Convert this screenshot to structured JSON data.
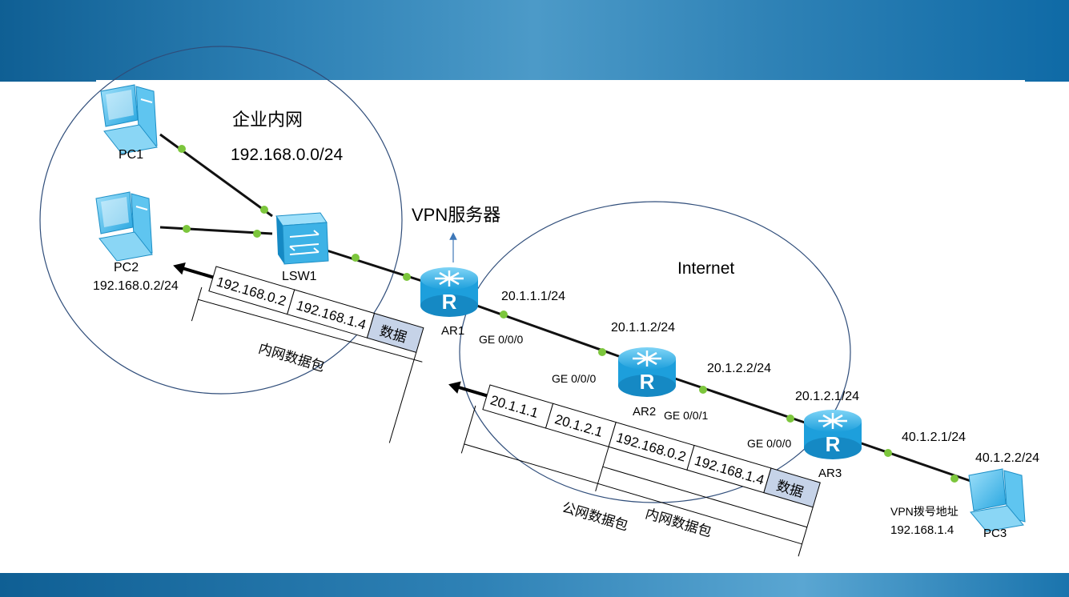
{
  "diagram": {
    "zones": {
      "intranet": {
        "title": "企业内网",
        "subnet": "192.168.0.0/24"
      },
      "internet": {
        "title": "Internet"
      }
    },
    "vpn_server_label": "VPN服务器",
    "devices": {
      "pc1": {
        "name": "PC1"
      },
      "pc2": {
        "name": "PC2",
        "ip": "192.168.0.2/24"
      },
      "lsw1": {
        "name": "LSW1"
      },
      "ar1": {
        "name": "AR1",
        "port": "GE 0/0/0",
        "ip": "20.1.1.1/24"
      },
      "ar2": {
        "name": "AR2",
        "port_in": "GE 0/0/0",
        "ip_in": "20.1.1.2/24",
        "port_out": "GE 0/0/1",
        "ip_out": "20.1.2.2/24"
      },
      "ar3": {
        "name": "AR3",
        "port_in": "GE 0/0/0",
        "ip_in": "20.1.2.1/24",
        "ip_out": "40.1.2.1/24"
      },
      "pc3": {
        "name": "PC3",
        "ip": "40.1.2.2/24",
        "vpn_label": "VPN拨号地址",
        "vpn_ip": "192.168.1.4"
      }
    },
    "inner_packet": {
      "cells": [
        "192.168.0.2",
        "192.168.1.4",
        "数据"
      ],
      "label": "内网数据包"
    },
    "outer_packet": {
      "cells": [
        "20.1.1.1",
        "20.1.2.1",
        "192.168.0.2",
        "192.168.1.4",
        "数据"
      ],
      "outer_label": "公网数据包",
      "inner_label": "内网数据包"
    },
    "colors": {
      "link": "#111111",
      "port_dot": "#7cc63c",
      "zone_border": "#2f4d7a",
      "data_cell": "#c6d3e8",
      "device_blue": "#3db2e6"
    }
  }
}
